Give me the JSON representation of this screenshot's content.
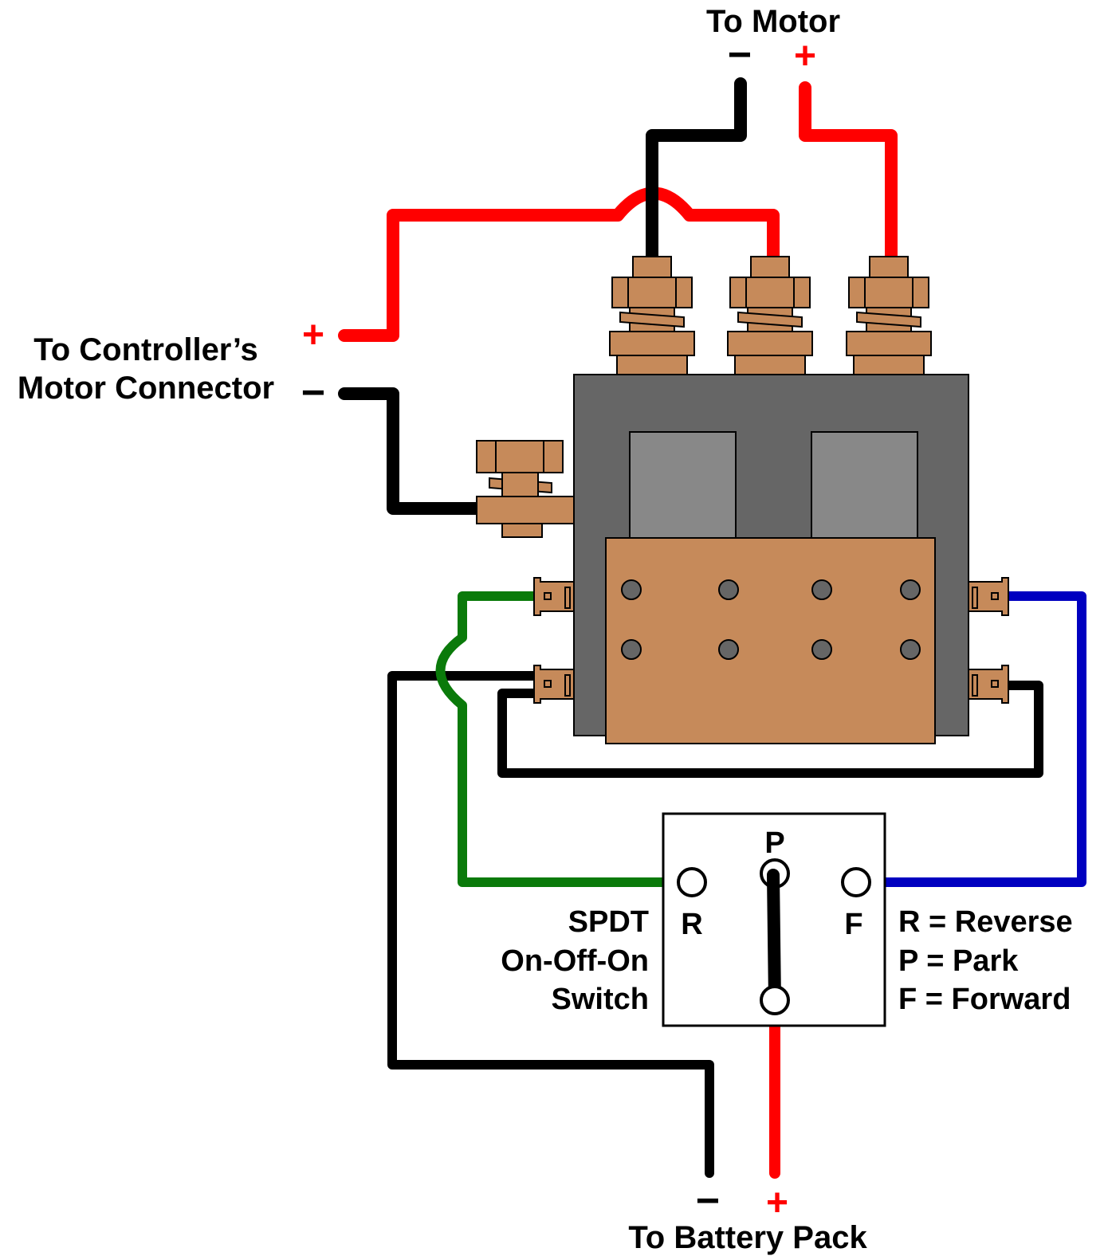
{
  "title_motor": "To Motor",
  "title_battery": "To Battery Pack",
  "controller_label": [
    "To Controller’s",
    "Motor Connector"
  ],
  "switch_label": [
    "SPDT",
    "On-Off-On",
    "Switch"
  ],
  "switch_terminals": {
    "r": "R",
    "p": "P",
    "f": "F"
  },
  "legend": [
    "R = Reverse",
    "P = Park",
    "F = Forward"
  ],
  "signs": {
    "plus": "+",
    "minus": "−"
  },
  "colors": {
    "positive_wire": "#ff0000",
    "negative_wire": "#000000",
    "reverse_wire": "#0a7a0a",
    "forward_wire": "#0000c0",
    "copper": "#c68a5a",
    "solenoid_body": "#666666",
    "solenoid_window": "#888888"
  }
}
